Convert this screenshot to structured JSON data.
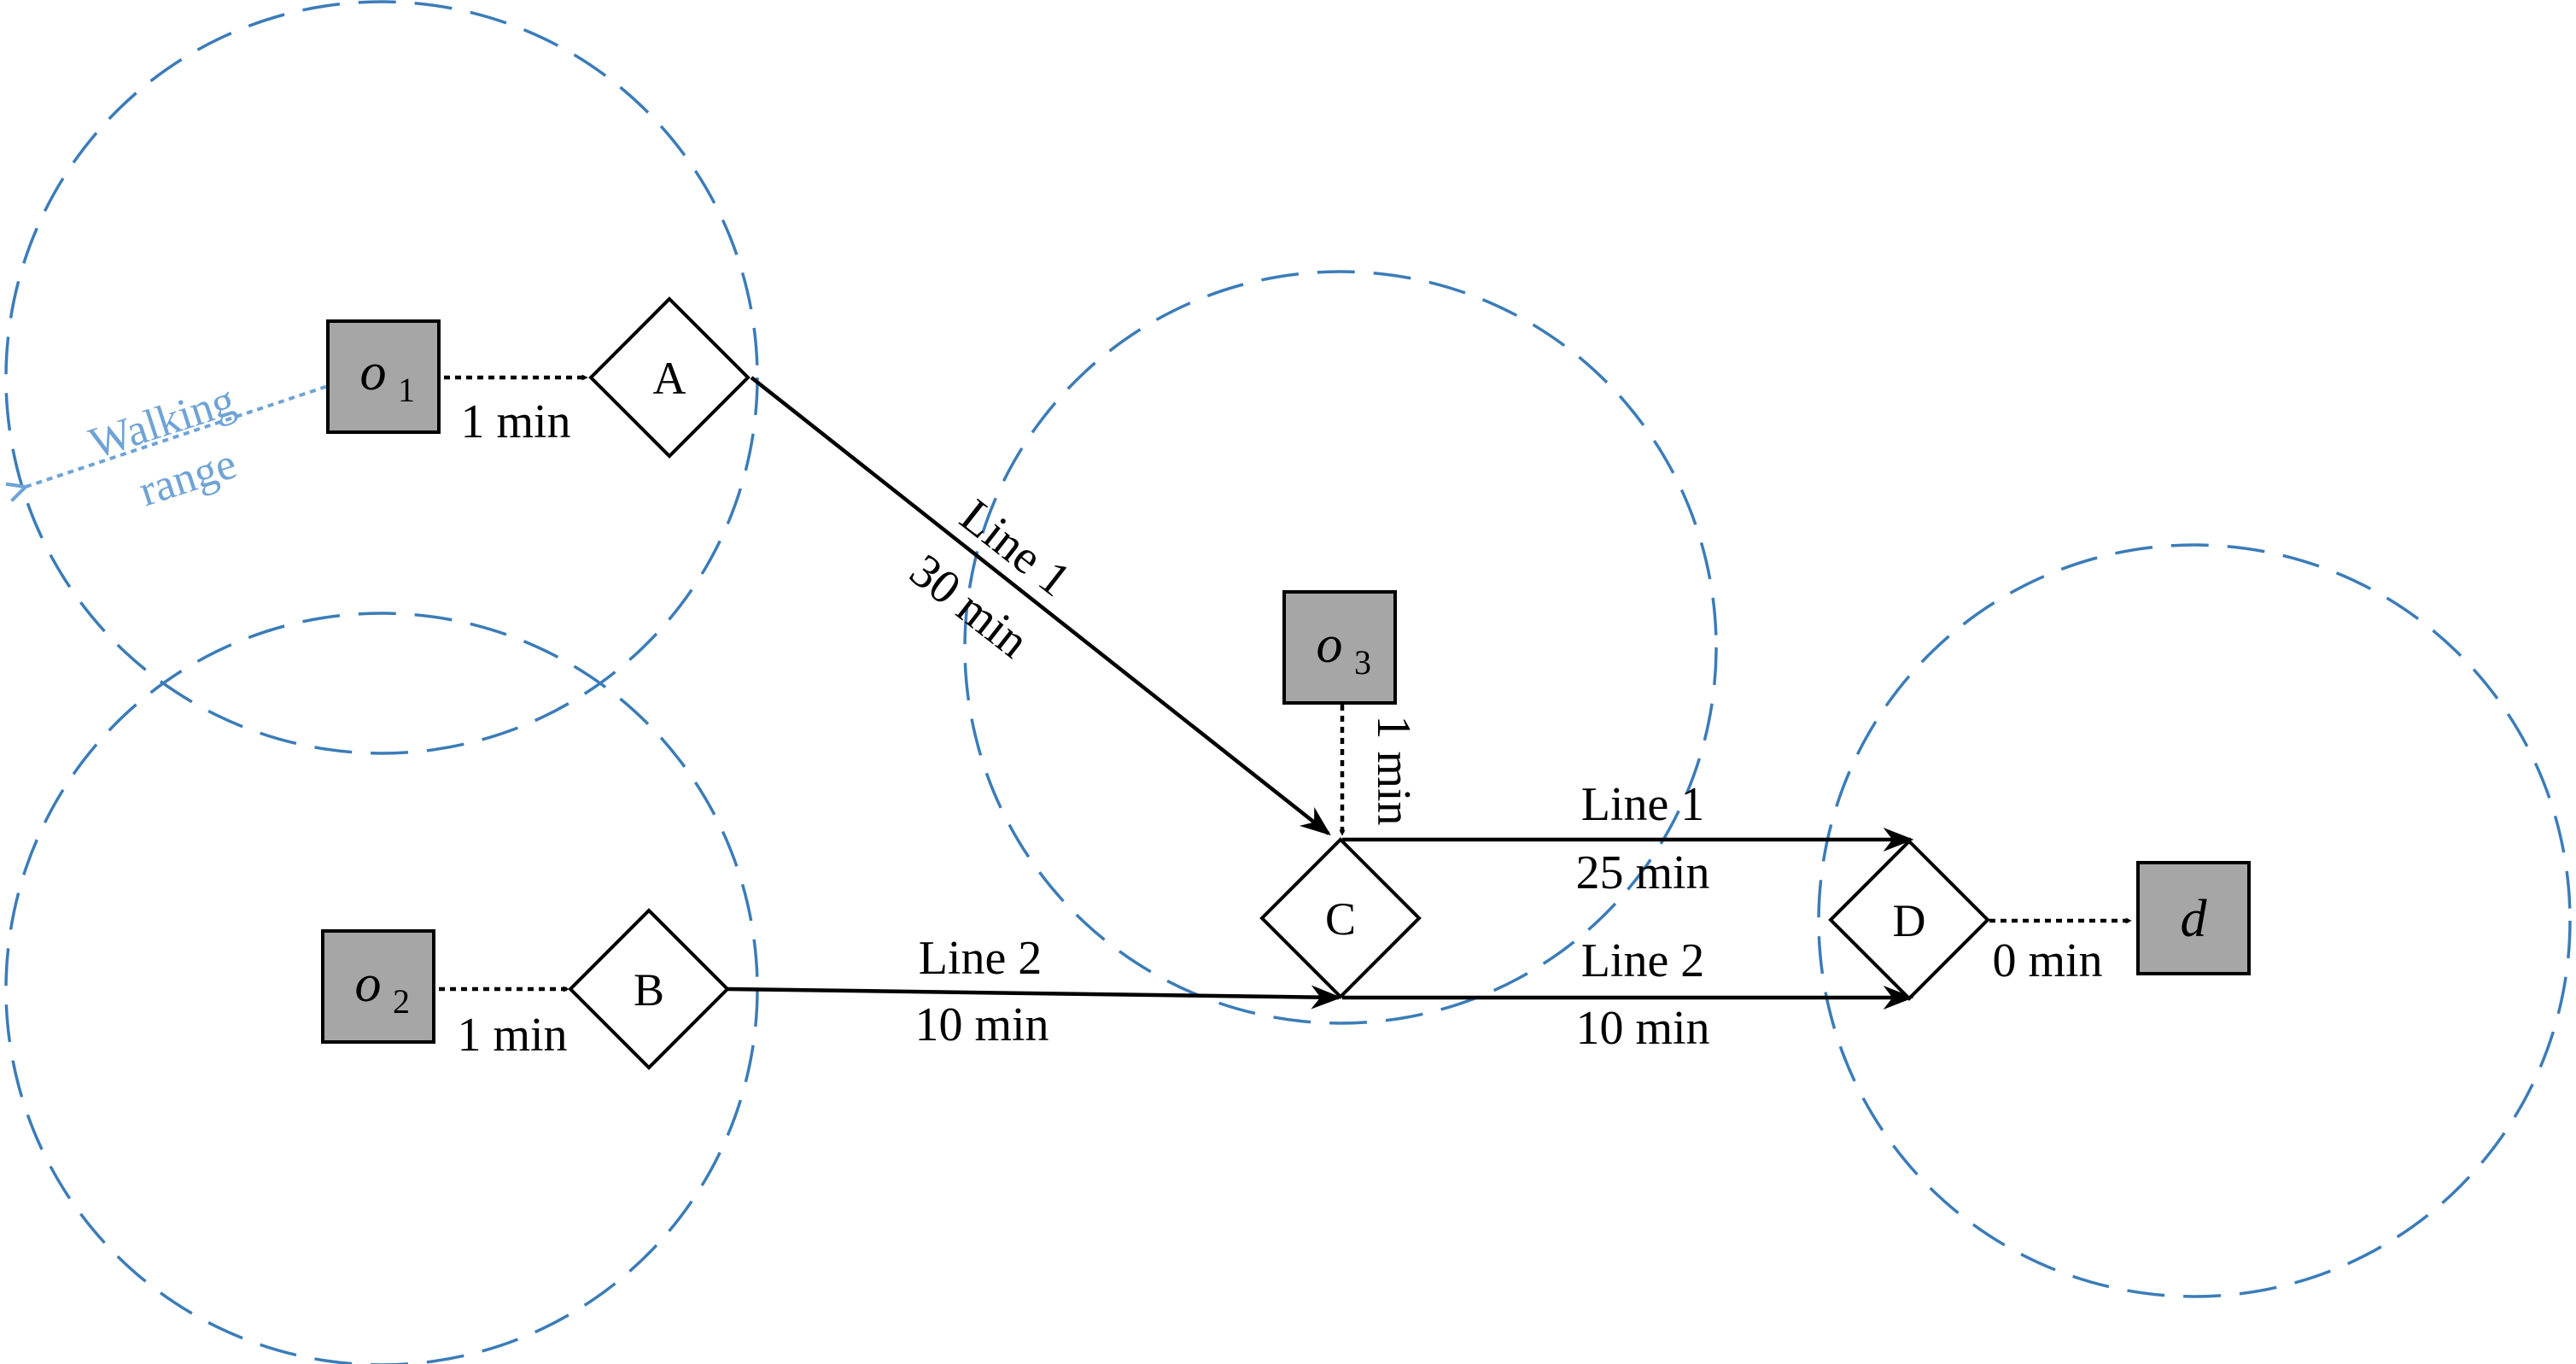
{
  "nodes": {
    "o1": {
      "base": "o",
      "sub": "1"
    },
    "o2": {
      "base": "o",
      "sub": "2"
    },
    "o3": {
      "base": "o",
      "sub": "3"
    },
    "d": {
      "base": "d"
    },
    "A": {
      "label": "A"
    },
    "B": {
      "label": "B"
    },
    "C": {
      "label": "C"
    },
    "D": {
      "label": "D"
    }
  },
  "walk_links": {
    "o1_A": "1 min",
    "o2_B": "1 min",
    "o3_C": "1 min",
    "D_d": "0 min"
  },
  "transit_links": {
    "A_C": {
      "line": "Line 1",
      "time": "30 min"
    },
    "B_C": {
      "line": "Line 2",
      "time": "10 min"
    },
    "C_D_line1": {
      "line": "Line 1",
      "time": "25 min"
    },
    "C_D_line2": {
      "line": "Line 2",
      "time": "10 min"
    }
  },
  "walking_range": {
    "line1": "Walking",
    "line2": "range"
  },
  "colors": {
    "walking_circle": "#3b7cb8",
    "walking_range_text": "#6fa3d6",
    "zone_fill": "#a6a6a6",
    "stop_fill": "#ffffff",
    "stroke": "#000000"
  }
}
